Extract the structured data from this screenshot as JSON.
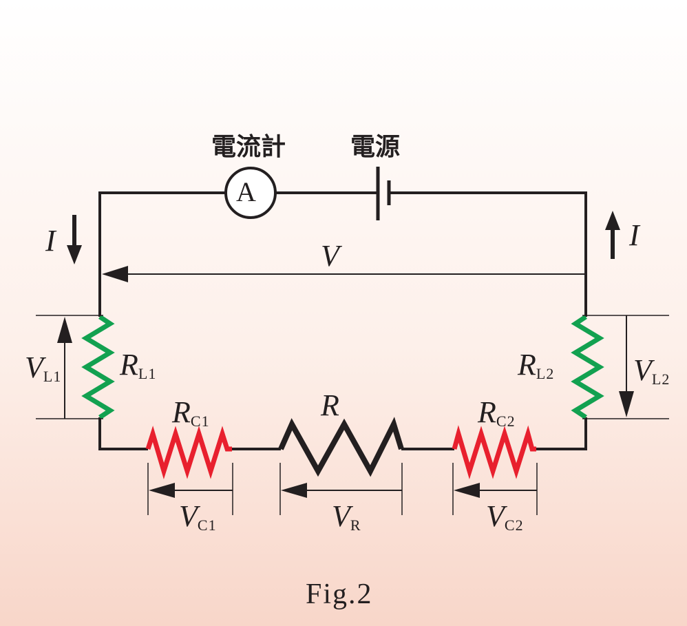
{
  "labels": {
    "ammeter": "電流計",
    "power_source": "電源",
    "ammeter_symbol": "A",
    "current_left": "I",
    "current_right": "I",
    "voltage_total": "V"
  },
  "resistors": {
    "rl1": {
      "symbol": "R",
      "sub": "L1",
      "color": "#12a150"
    },
    "rl2": {
      "symbol": "R",
      "sub": "L2",
      "color": "#12a150"
    },
    "rc1": {
      "symbol": "R",
      "sub": "C1",
      "color": "#e8202e"
    },
    "rc2": {
      "symbol": "R",
      "sub": "C2",
      "color": "#e8202e"
    },
    "r": {
      "symbol": "R",
      "sub": "",
      "color": "#231f20"
    }
  },
  "voltages": {
    "vl1": {
      "symbol": "V",
      "sub": "L1"
    },
    "vl2": {
      "symbol": "V",
      "sub": "L2"
    },
    "vc1": {
      "symbol": "V",
      "sub": "C1"
    },
    "vc2": {
      "symbol": "V",
      "sub": "C2"
    },
    "vr": {
      "symbol": "V",
      "sub": "R"
    }
  },
  "caption": "Fig.2",
  "colors": {
    "wire": "#231f20"
  }
}
